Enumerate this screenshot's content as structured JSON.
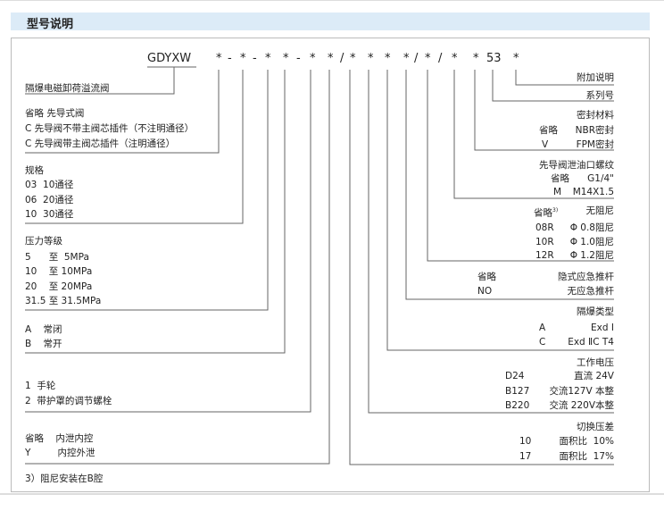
{
  "header": {
    "title": "型号说明"
  },
  "model": {
    "prefix": "GDYXW",
    "symbols": [
      "*",
      "-",
      "*",
      "-",
      "*",
      "*",
      "-",
      "*",
      "*",
      "/",
      "*",
      "*",
      "*",
      "*",
      "/",
      "*",
      "/",
      "*",
      "*",
      "53",
      "*"
    ]
  },
  "left": {
    "product": "隔爆电磁卸荷溢流阀",
    "pilot": [
      "省略 先导式阀",
      "C 先导阀不带主阀芯插件（不注明通径）",
      "C 先导阀带主阀芯插件（注明通径）"
    ],
    "size": [
      "规格",
      "03  10通径",
      "06  20通径",
      "10  30通径"
    ],
    "pressure": [
      "压力等级",
      "5      至  5MPa",
      "10    至 10MPa",
      "20    至 20MPa",
      "31.5 至 31.5MPa"
    ],
    "state": [
      "A    常闭",
      "B    常开"
    ],
    "adjust": [
      "1  手轮",
      "2  带护罩的调节螺栓"
    ],
    "drain": [
      "省略    内泄内控",
      "Y         内控外泄"
    ],
    "footnote": "3）阻尼安装在B腔"
  },
  "right": {
    "extra": "附加说明",
    "series": "系列号",
    "seal": {
      "title": "密封材料",
      "rows": [
        [
          "省略",
          "NBR密封"
        ],
        [
          "V",
          "FPM密封"
        ]
      ]
    },
    "thread": {
      "title": "先导阀泄油口螺纹",
      "rows": [
        [
          "省略",
          "G1/4\""
        ],
        [
          "M",
          "M14X1.5"
        ]
      ]
    },
    "damper": {
      "note": "3)",
      "rows": [
        [
          "省略",
          "无阻尼"
        ],
        [
          "08R",
          "Φ 0.8阻尼"
        ],
        [
          "10R",
          "Φ 1.0阻尼"
        ],
        [
          "12R",
          "Φ 1.2阻尼"
        ]
      ]
    },
    "rod": {
      "rows": [
        [
          "省略",
          "隐式应急推杆"
        ],
        [
          "NO",
          "无应急推杆"
        ]
      ]
    },
    "explosion": {
      "title": "隔爆类型",
      "rows": [
        [
          "A",
          "Exd Ⅰ"
        ],
        [
          "C",
          "Exd ⅡC T4"
        ]
      ]
    },
    "voltage": {
      "title": "工作电压",
      "rows": [
        [
          "D24",
          "直流 24V"
        ],
        [
          "B127",
          "交流127V 本整"
        ],
        [
          "B220",
          "交流 220V本整"
        ]
      ]
    },
    "switch": {
      "title": "切换压差",
      "rows": [
        [
          "10",
          "面积比  10%"
        ],
        [
          "17",
          "面积比  17%"
        ]
      ]
    }
  }
}
